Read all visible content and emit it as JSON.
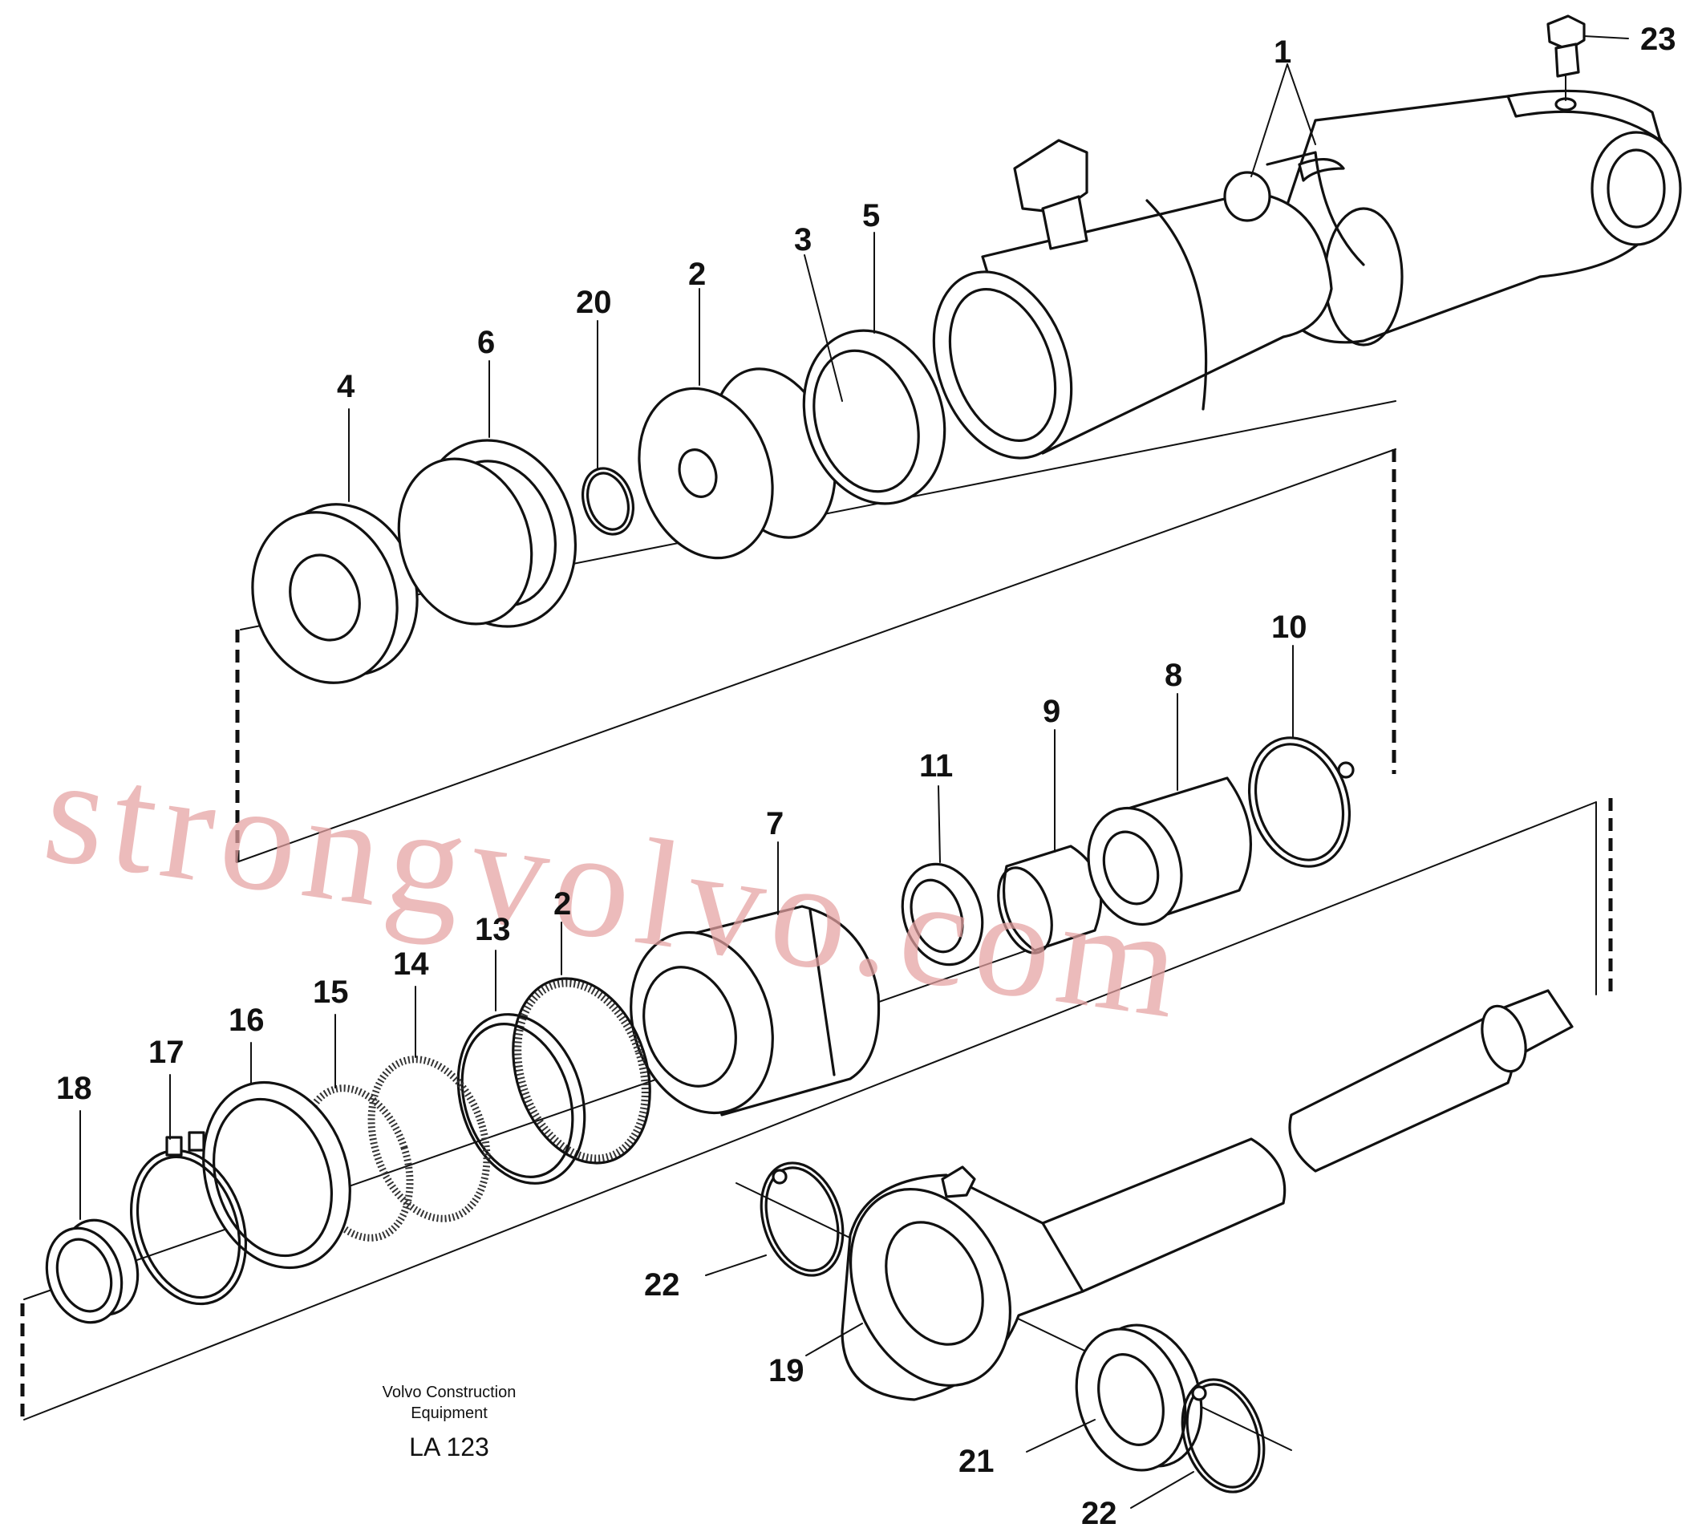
{
  "labels": {
    "p1": "1",
    "p2a": "2",
    "p2b": "2",
    "p3": "3",
    "p4": "4",
    "p5": "5",
    "p6": "6",
    "p7": "7",
    "p8": "8",
    "p9": "9",
    "p10": "10",
    "p11": "11",
    "p13": "13",
    "p14": "14",
    "p15": "15",
    "p16": "16",
    "p17": "17",
    "p18": "18",
    "p19": "19",
    "p20": "20",
    "p21": "21",
    "p22a": "22",
    "p22b": "22",
    "p23": "23"
  },
  "caption": {
    "line1": "Volvo Construction",
    "line2": "Equipment",
    "code": "LA 123"
  },
  "watermark": "strongvolvo.com",
  "colors": {
    "line": "#111111",
    "watermark": "#e6a2a2",
    "background": "#ffffff"
  }
}
